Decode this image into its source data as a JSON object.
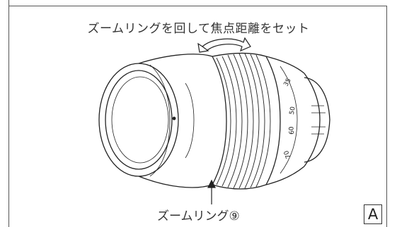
{
  "figure": {
    "caption": "ズームリングを回して焦点距離をセット",
    "ring_label": "ズームリング⑨",
    "panel_label": "A"
  },
  "icons": {
    "lens": "camera-lens-illustration",
    "rotation": "rotate-arrow-icon",
    "pointer": "up-arrow-icon"
  },
  "lens_markings": {
    "focal_scale": [
      "35",
      "50",
      "60",
      "70"
    ]
  },
  "colors": {
    "line": "#222222",
    "frame": "#555555",
    "background": "#ffffff"
  }
}
